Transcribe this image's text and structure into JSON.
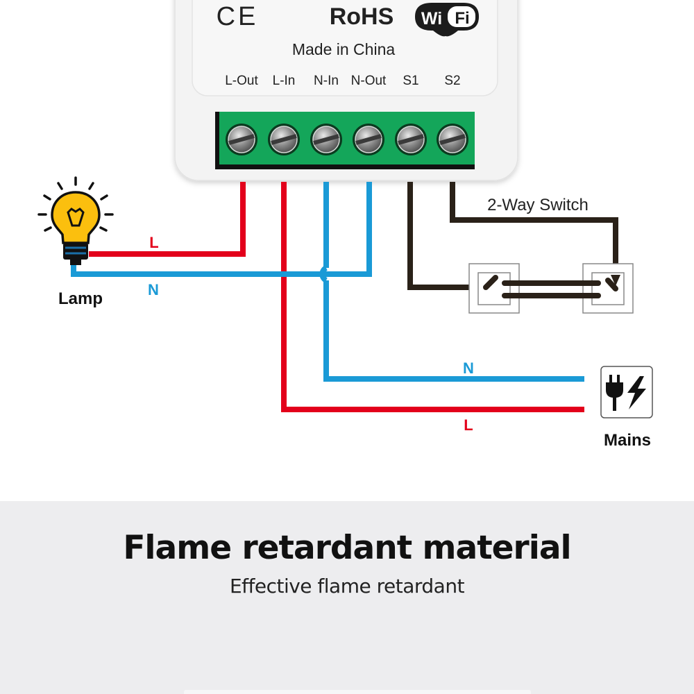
{
  "device": {
    "certifications": [
      "CE",
      "RoHS"
    ],
    "wifi_badge": {
      "left": "Wi",
      "right": "Fi"
    },
    "made_in": "Made in China",
    "terminals": [
      "L-Out",
      "L-In",
      "N-In",
      "N-Out",
      "S1",
      "S2"
    ]
  },
  "lamp": {
    "label": "Lamp",
    "live_wire_label": "L",
    "neutral_wire_label": "N"
  },
  "switch": {
    "label": "2-Way Switch"
  },
  "mains": {
    "label": "Mains",
    "neutral_wire_label": "N",
    "live_wire_label": "L"
  },
  "footer": {
    "title": "Flame retardant material",
    "subtitle": "Effective flame retardant"
  },
  "colors": {
    "live": "#e3001b",
    "neutral": "#1a9ad6",
    "switch_wire": "#2a2118",
    "terminal_block": "#14a65a",
    "bulb": "#fbbf0e",
    "footer_bg": "#ededef"
  }
}
